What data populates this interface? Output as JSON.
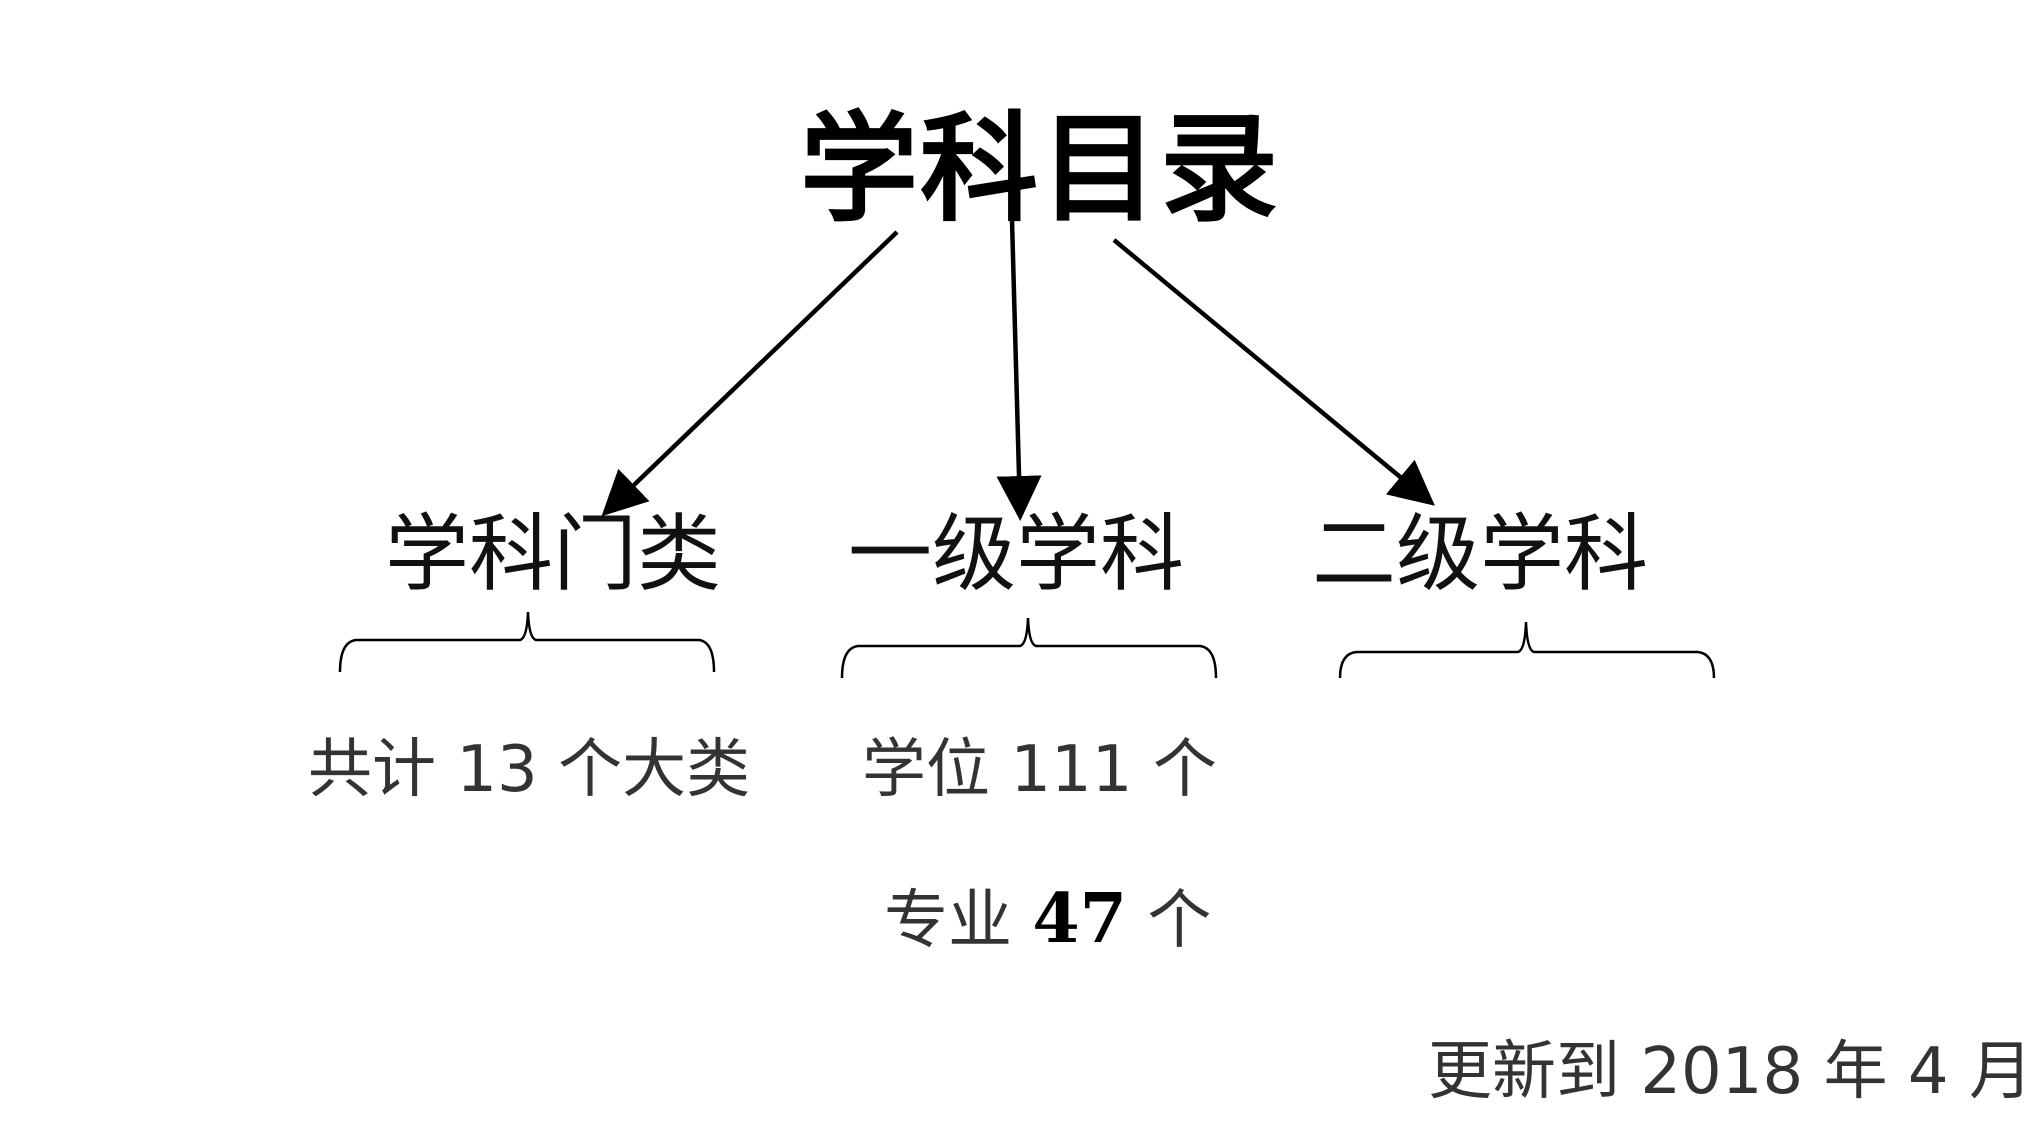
{
  "title": "学科目录",
  "nodes": [
    {
      "label": "学科门类",
      "detail": "共计 13 个大类"
    },
    {
      "label": "一级学科",
      "detail": "学位 111 个"
    },
    {
      "label": "二级学科",
      "detail": ""
    }
  ],
  "extra": {
    "prefix": "专业 ",
    "number": "47",
    "suffix": " 个"
  },
  "footer": "更新到 2018 年 4 月",
  "colors": {
    "line": "#000000",
    "title": "#000000",
    "text": "#333333"
  }
}
